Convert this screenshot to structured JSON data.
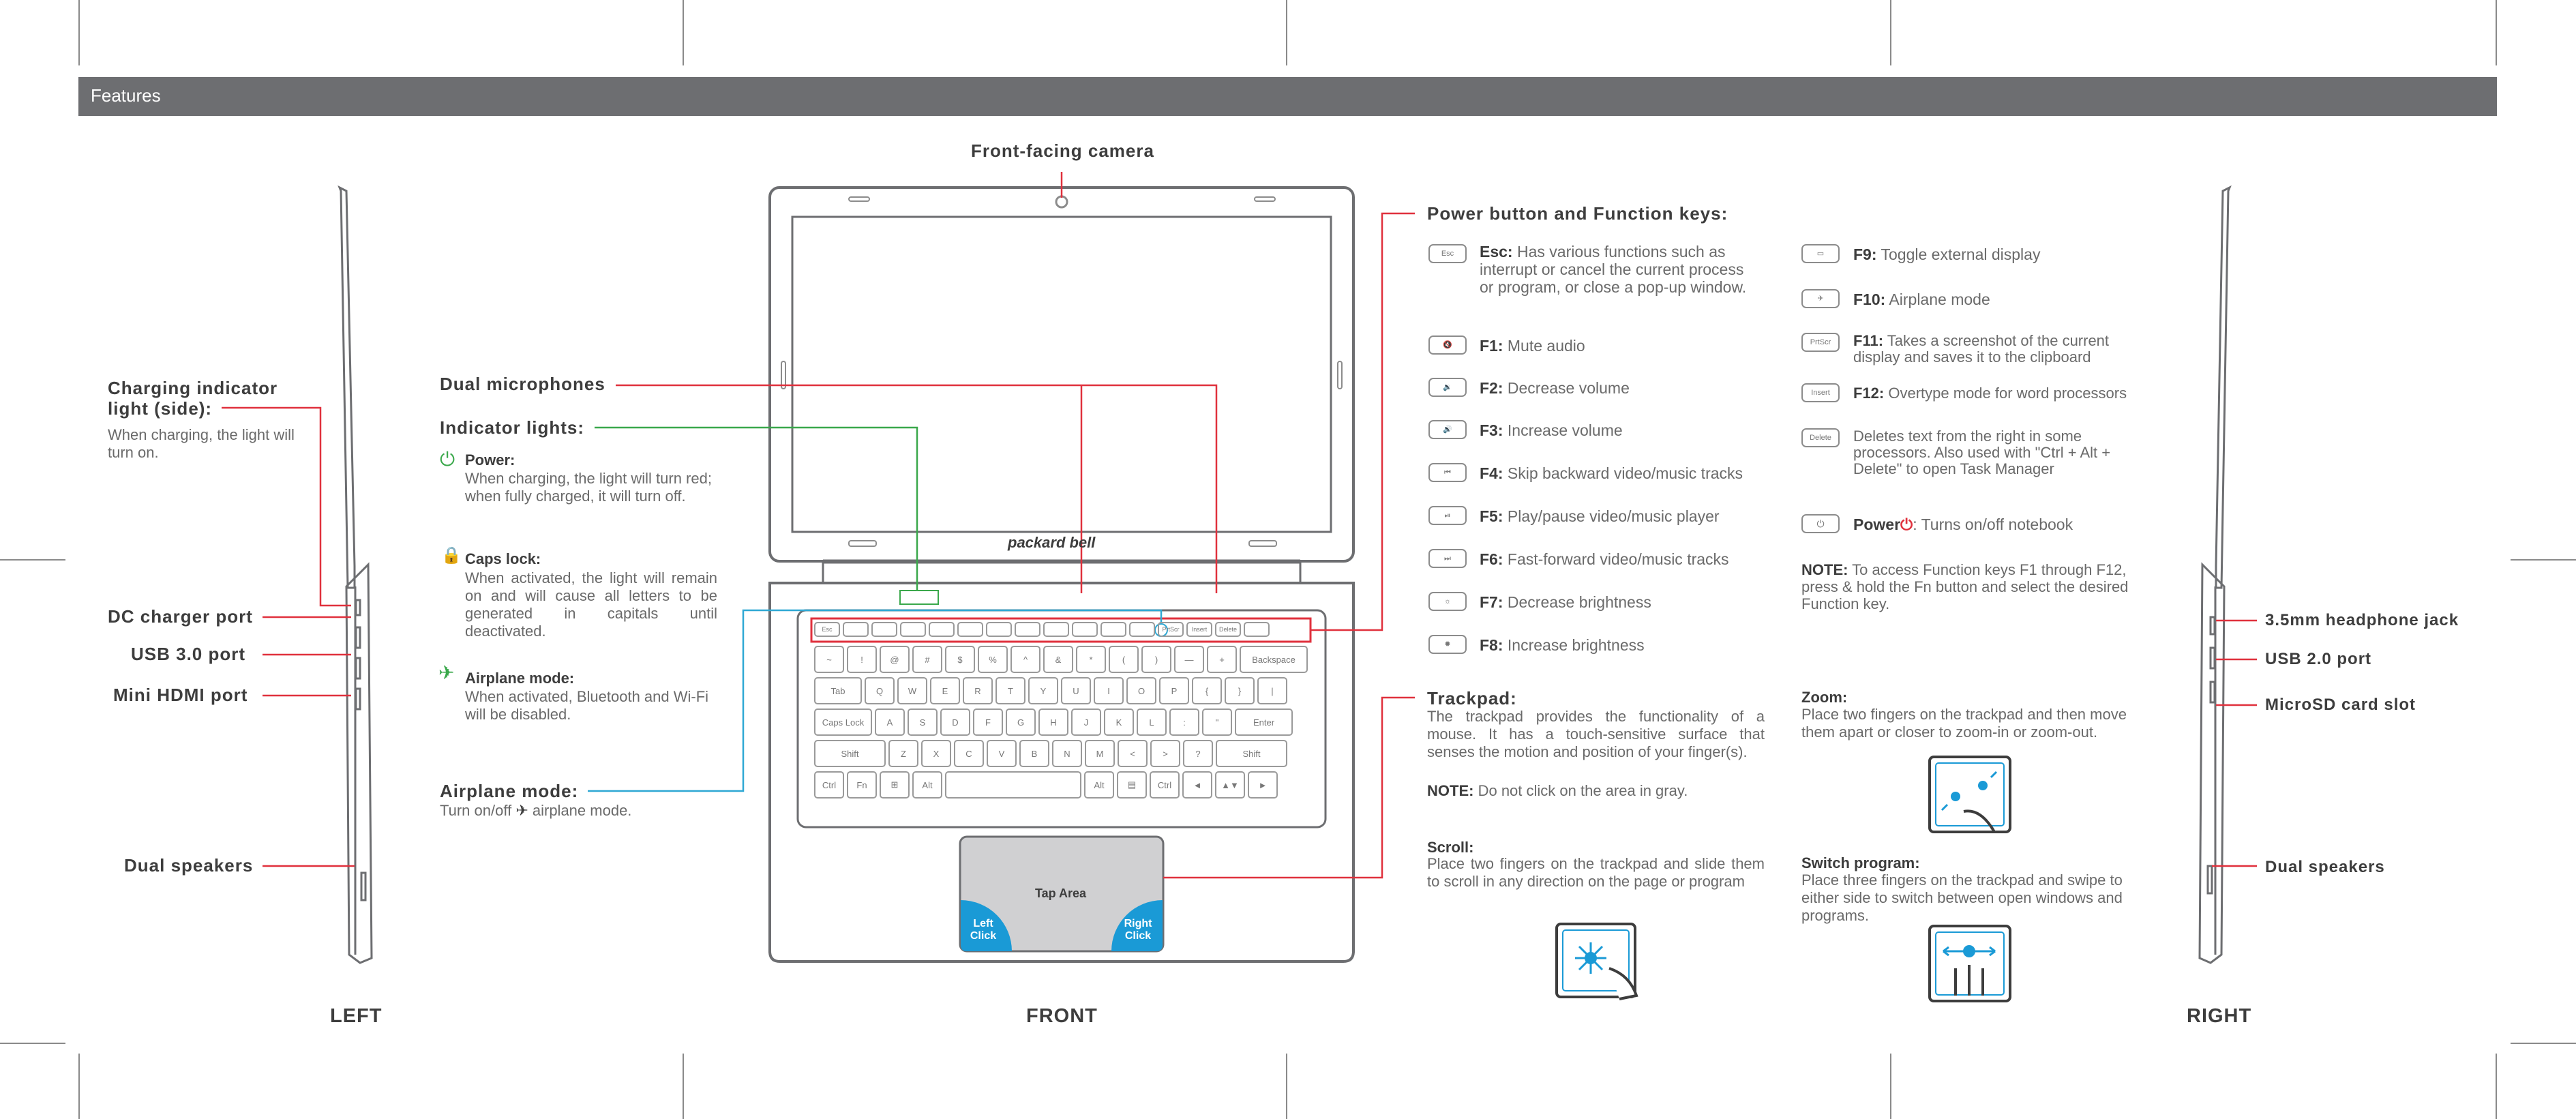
{
  "banner": {
    "title": "Features"
  },
  "colors": {
    "red": "#e0313d",
    "green": "#3aa84b",
    "cyan": "#2fa8d4",
    "gray": "#6d6e71"
  },
  "views": {
    "left": "LEFT",
    "front": "FRONT",
    "right": "RIGHT"
  },
  "left": {
    "charging_title": "Charging indicator light (side):",
    "charging_body": "When charging, the light will turn on.",
    "dc_port": "DC charger port",
    "usb3": "USB 3.0 port",
    "hdmi": "Mini HDMI port",
    "speakers": "Dual speakers"
  },
  "front": {
    "camera": "Front-facing camera",
    "mics": "Dual microphones",
    "indicator_title": "Indicator lights:",
    "power_title": "Power:",
    "power_body": "When charging, the light will turn red; when fully charged, it will turn off.",
    "caps_title": "Caps lock:",
    "caps_body": "When activated, the light will remain on and will cause all letters to be generated in capitals until deactivated.",
    "airplane_title": "Airplane mode:",
    "airplane_body": "When activated, Bluetooth and Wi-Fi will be disabled.",
    "airplane2_title": "Airplane mode:",
    "airplane2_body_a": "Turn on/off",
    "airplane2_body_b": "airplane mode.",
    "brand": "packard bell",
    "tap_area": "Tap Area",
    "left_click": "Left Click",
    "right_click": "Right Click"
  },
  "fn": {
    "title": "Power button and Function keys:",
    "esc_key": "Esc",
    "esc_label": "Esc:",
    "esc_body": "Has various functions such as interrupt or cancel the current process or program, or close a pop-up window.",
    "f1_label": "F1:",
    "f1_body": "Mute audio",
    "f2_label": "F2:",
    "f2_body": "Decrease volume",
    "f3_label": "F3:",
    "f3_body": "Increase volume",
    "f4_label": "F4:",
    "f4_body": "Skip backward video/music tracks",
    "f5_label": "F5:",
    "f5_body": "Play/pause video/music player",
    "f6_label": "F6:",
    "f6_body": "Fast-forward video/music tracks",
    "f7_label": "F7:",
    "f7_body": "Decrease brightness",
    "f8_label": "F8:",
    "f8_body": "Increase brightness",
    "f9_label": "F9:",
    "f9_body": "Toggle external display",
    "f10_label": "F10:",
    "f10_body": "Airplane mode",
    "f11_label": "F11:",
    "f11_body": "Takes a screenshot of the current display and saves it to the clipboard",
    "f12_label": "F12:",
    "f12_body": "Overtype mode for word processors",
    "del_body": "Deletes text from the right in some processors. Also used with \"Ctrl + Alt + Delete\" to open Task Manager",
    "power_label": "Power",
    "power_body": ": Turns on/off notebook",
    "note_label": "NOTE:",
    "note_body": "To access Function keys F1 through F12, press & hold the Fn button and select the desired Function key.",
    "key_prtsc": "PrtScr",
    "key_insert": "Insert",
    "key_delete": "Delete"
  },
  "trackpad": {
    "title": "Trackpad:",
    "body": "The trackpad provides the functionality of a mouse. It has a touch-sensitive surface that senses the motion and position of your finger(s).",
    "note_label": "NOTE:",
    "note_body": "Do not click on the area in gray.",
    "scroll_title": "Scroll:",
    "scroll_body": "Place two fingers on the trackpad and slide them to scroll in any direction on the page or program",
    "zoom_title": "Zoom:",
    "zoom_body": "Place two fingers on the trackpad and then move them apart or closer to zoom-in or zoom-out.",
    "switch_title": "Switch program:",
    "switch_body": "Place three fingers on the trackpad and swipe to either side to switch between open windows and programs."
  },
  "right": {
    "headphone": "3.5mm headphone jack",
    "usb2": "USB 2.0 port",
    "microsd": "MicroSD card slot",
    "speakers": "Dual speakers"
  },
  "keyboard": {
    "row1": [
      "Esc",
      "",
      "",
      "",
      "",
      "",
      "",
      "",
      "",
      "",
      "",
      "",
      "PrtScr",
      "Insert",
      "Delete",
      ""
    ],
    "row2": [
      "~",
      "!",
      "@",
      "#",
      "$",
      "%",
      "^",
      "&",
      "*",
      "(",
      ")",
      "—",
      "+",
      "Backspace"
    ],
    "row3": [
      "Tab",
      "Q",
      "W",
      "E",
      "R",
      "T",
      "Y",
      "U",
      "I",
      "O",
      "P",
      "{",
      "}",
      "|"
    ],
    "row4": [
      "Caps Lock",
      "A",
      "S",
      "D",
      "F",
      "G",
      "H",
      "J",
      "K",
      "L",
      ":",
      "\"",
      "Enter"
    ],
    "row5": [
      "Shift",
      "Z",
      "X",
      "C",
      "V",
      "B",
      "N",
      "M",
      "<",
      ">",
      "?",
      "Shift"
    ],
    "row6": [
      "Ctrl",
      "Fn",
      "⊞",
      "Alt",
      "",
      "Alt",
      "▤",
      "Ctrl",
      "◄",
      "▲▼",
      "►"
    ]
  }
}
